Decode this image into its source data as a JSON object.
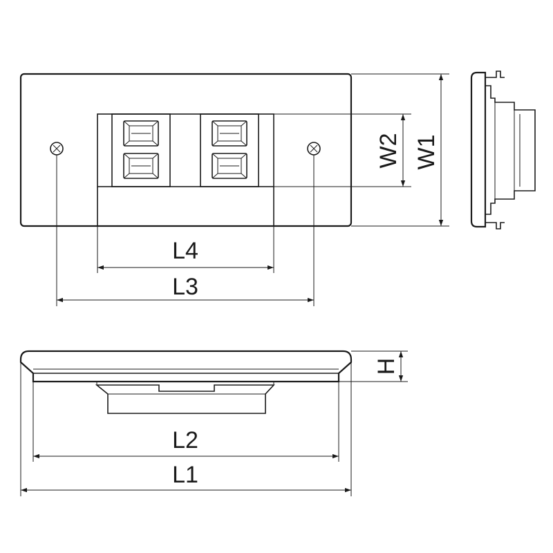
{
  "dimensions": {
    "l1": "L1",
    "l2": "L2",
    "l3": "L3",
    "l4": "L4",
    "w1": "W1",
    "w2": "W2",
    "h": "H"
  },
  "colors": {
    "line": "#1a1a1a",
    "fill": "#ffffff"
  }
}
